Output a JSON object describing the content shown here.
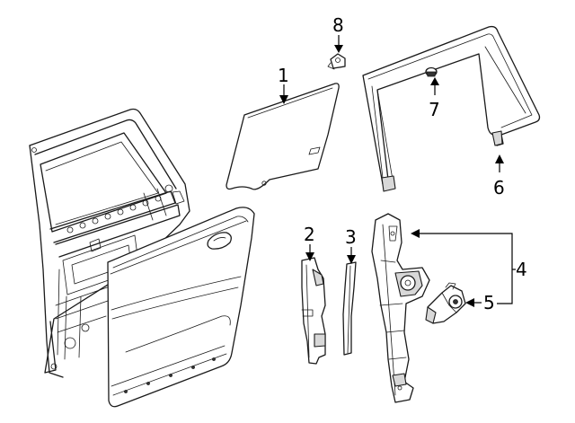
{
  "callouts": [
    {
      "id": "1",
      "label": "1"
    },
    {
      "id": "2",
      "label": "2"
    },
    {
      "id": "3",
      "label": "3"
    },
    {
      "id": "4",
      "label": "4"
    },
    {
      "id": "5",
      "label": "5"
    },
    {
      "id": "6",
      "label": "6"
    },
    {
      "id": "7",
      "label": "7"
    },
    {
      "id": "8",
      "label": "8"
    }
  ],
  "parts": [
    {
      "name": "door-shell",
      "callout": null
    },
    {
      "name": "window-glass",
      "callout": "1"
    },
    {
      "name": "front-guide-channel",
      "callout": "2"
    },
    {
      "name": "rear-guide-strip",
      "callout": "3"
    },
    {
      "name": "window-regulator",
      "callout": "4"
    },
    {
      "name": "regulator-motor",
      "callout": "5"
    },
    {
      "name": "run-channel-frame",
      "callout": "6"
    },
    {
      "name": "channel-clip",
      "callout": "7"
    },
    {
      "name": "glass-bracket-clip",
      "callout": "8"
    }
  ],
  "colors": {
    "line": "#1a1a1a",
    "background": "#ffffff",
    "shade": "#d8d8d8"
  }
}
